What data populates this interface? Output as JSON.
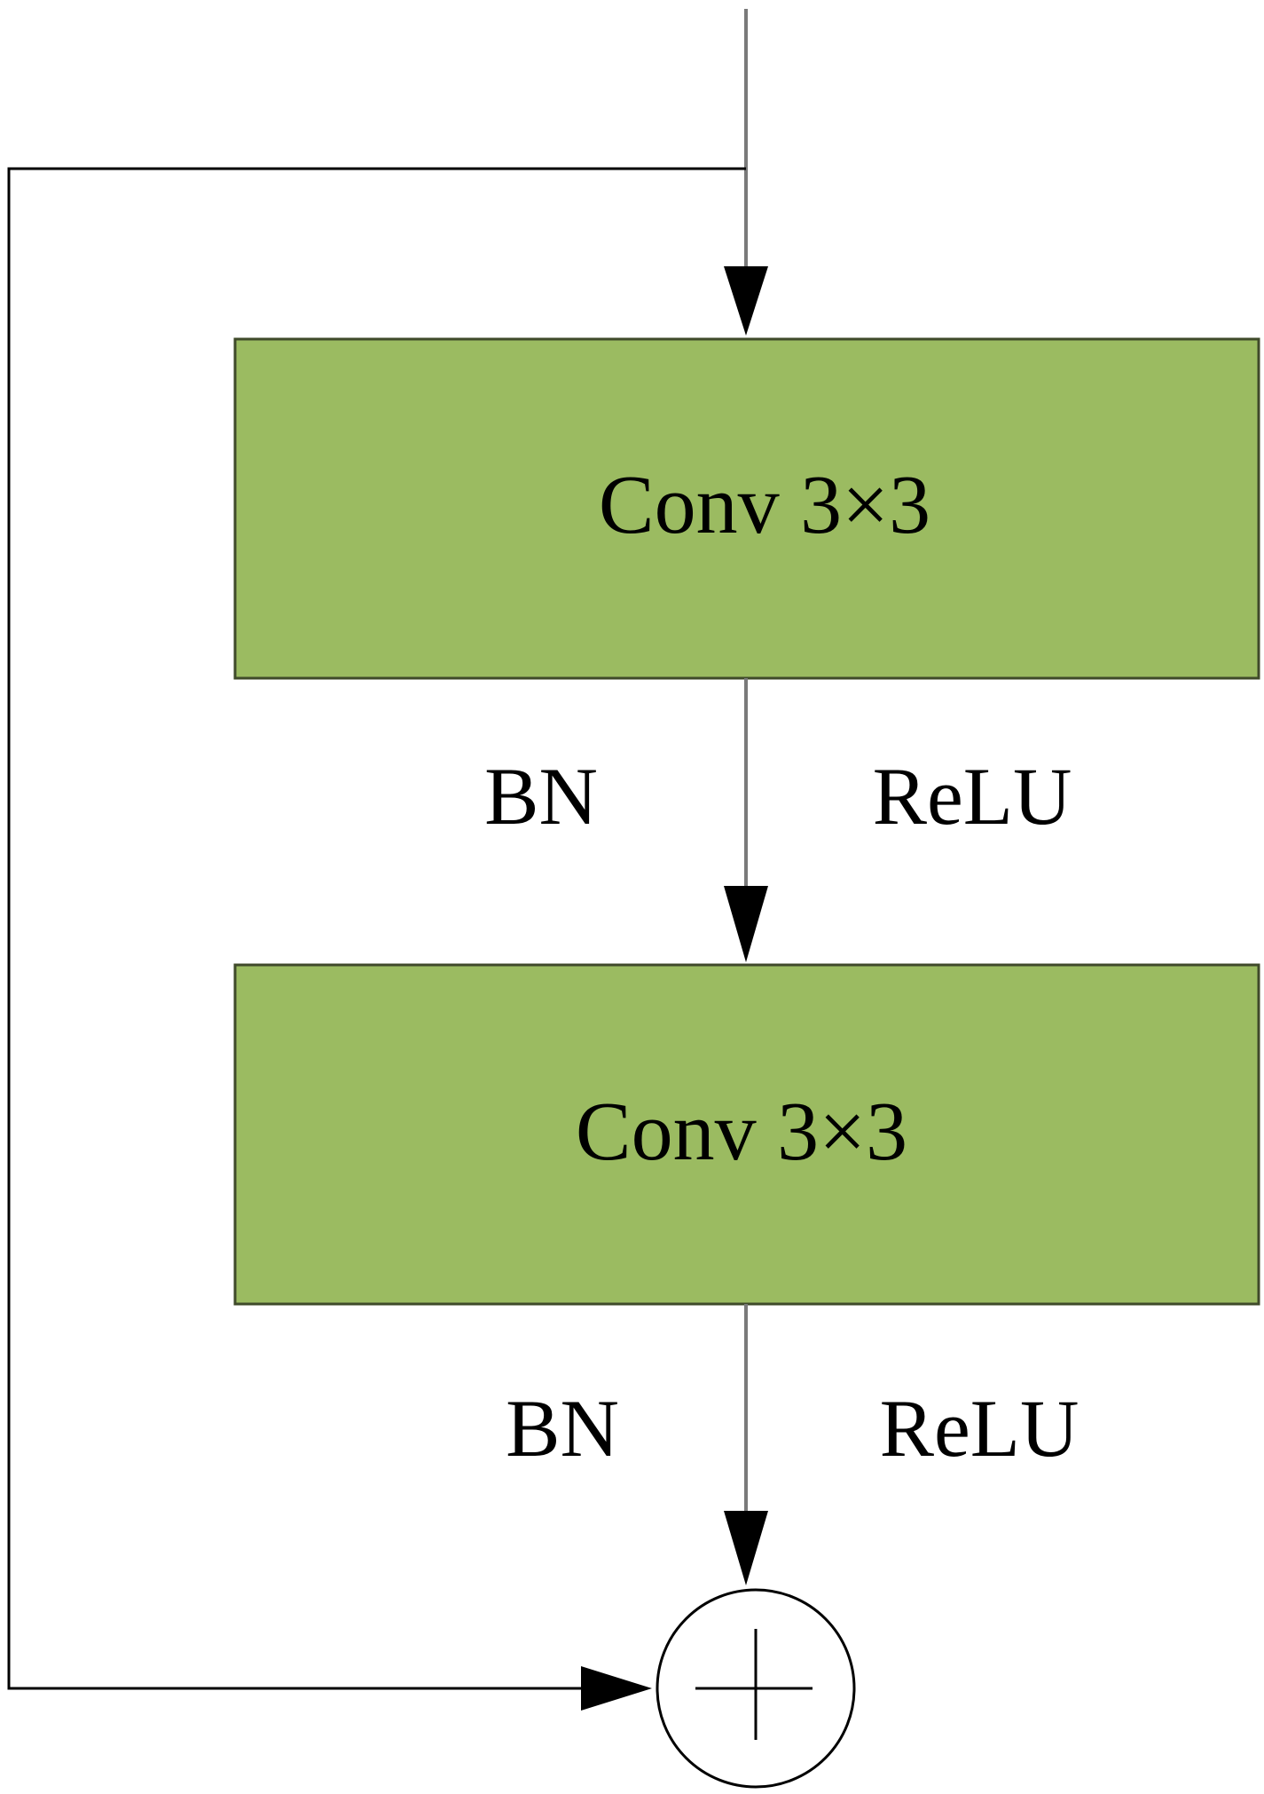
{
  "diagram": {
    "blocks": [
      {
        "id": "conv1",
        "label": "Conv 3×3"
      },
      {
        "id": "conv2",
        "label": "Conv 3×3"
      }
    ],
    "edge_labels": {
      "after_conv1": {
        "left": "BN",
        "right": "ReLU"
      },
      "after_conv2": {
        "left": "BN",
        "right": "ReLU"
      }
    },
    "sum_node": {
      "symbol": "+",
      "meaning": "element-wise addition"
    },
    "colors": {
      "block_fill": "#9bbb61",
      "block_stroke": "#3f4a2a",
      "line": "#7a7a7a",
      "skip_line": "#000000",
      "arrow": "#000000",
      "text": "#000000"
    }
  }
}
